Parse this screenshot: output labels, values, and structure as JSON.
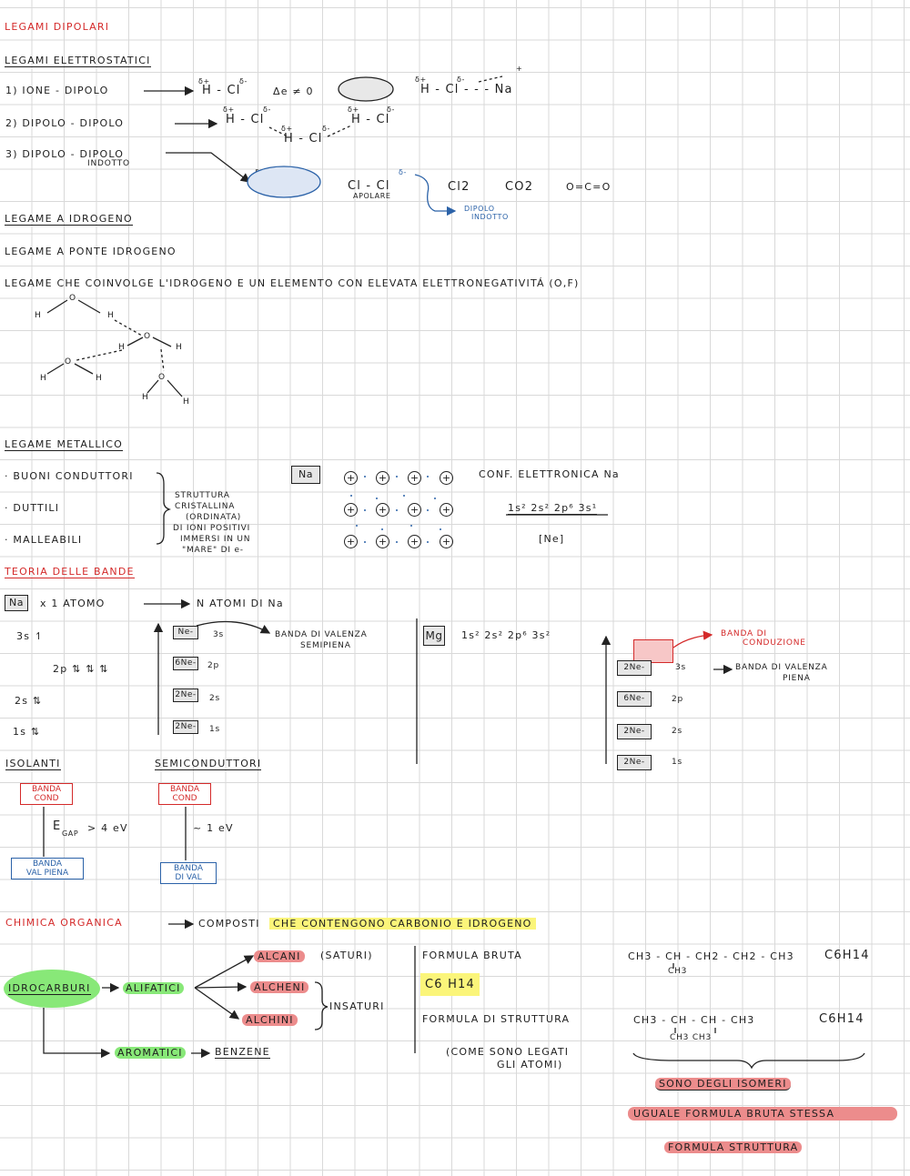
{
  "legami": {
    "title": "LEGAMI DIPOLARI",
    "elettrostatici": "LEGAMI ELETTROSTATICI",
    "r1": "1) IONE - DIPOLO",
    "r2": "2) DIPOLO - DIPOLO",
    "r3a": "3) DIPOLO - DIPOLO",
    "r3b": "INDOTTO",
    "hcl": "H - Cl",
    "hcl_na": "H - Cl - - - Na",
    "delta_plus": "δ+",
    "delta_minus": "δ-",
    "delta_e": "Δe ≠ 0",
    "clcl": "Cl - Cl",
    "apolare": "APOLARE",
    "cl2": "Cl2",
    "co2": "CO2",
    "oco": "O=C=O",
    "dipolo_indotto_a": "DIPOLO",
    "dipolo_indotto_b": "INDOTTO",
    "na_plus": "+"
  },
  "idrogeno": {
    "title": "LEGAME A IDROGENO",
    "subtitle": "LEGAME A PONTE IDROGENO",
    "def": "LEGAME CHE COINVOLGE L'IDROGENO E UN ELEMENTO CON ELEVATA ELETTRONEGATIVITÁ (O,F)",
    "o": "O",
    "h": "H"
  },
  "metallico": {
    "title": "LEGAME METALLICO",
    "p1": "· BUONI CONDUTTORI",
    "p2": "· DUTTILI",
    "p3": "· MALLEABILI",
    "s1": "STRUTTURA",
    "s2": "CRISTALLINA",
    "s3": "(ORDINATA)",
    "s4": "DI IONI POSITIVI",
    "s5": "IMMERSI IN UN",
    "s6": "\"MARE\" DI e-",
    "na": "Na",
    "conf": "CONF. ELETTRONICA Na",
    "conf_val": "1s² 2s² 2p⁶ 3s¹",
    "ne": "[Ne]",
    "plus": "+"
  },
  "bande": {
    "title": "TEORIA DELLE BANDE",
    "na": "Na",
    "atomo": "x 1 ATOMO",
    "natomi": "N ATOMI DI Na",
    "s3": "3s ↿",
    "p2": "2p ⇅ ⇅ ⇅",
    "s2": "2s ⇅",
    "s1": "1s ⇅",
    "l3s": "3s",
    "l2p": "2p",
    "l2s": "2s",
    "l1s": "1s",
    "ne": "Ne-",
    "six_ne": "6Ne-",
    "two_ne": "2Ne-",
    "valenza_a": "BANDA DI VALENZA",
    "valenza_b": "SEMIPIENA",
    "mg": "Mg",
    "mg_conf": "1s² 2s² 2p⁶ 3s²",
    "conduzione_a": "BANDA DI",
    "conduzione_b": "CONDUZIONE",
    "valpiena_a": "BANDA DI VALENZA",
    "valpiena_b": "PIENA",
    "isolanti": "ISOLANTI",
    "semicond": "SEMICONDUTTORI",
    "banda_cond_a": "BANDA",
    "banda_cond_b": "COND",
    "banda_valpiena_a": "BANDA",
    "banda_valpiena_b": "VAL PIENA",
    "banda_val_a": "BANDA",
    "banda_val_b": "DI VAL",
    "egap": "E",
    "egap_sub": "GAP",
    "egap_val": "> 4 eV",
    "semi_val": "~ 1 eV"
  },
  "organica": {
    "title": "CHIMICA ORGANICA",
    "arrow_text": "COMPOSTI",
    "hl_text": "CHE CONTENGONO CARBONIO E IDROGENO",
    "idrocarburi": "IDROCARBURI",
    "alifatici": "ALIFATICI",
    "alcani": "ALCANI",
    "saturi": "(SATURI)",
    "alcheni": "ALCHENI",
    "alchini": "ALCHINI",
    "insaturi": "INSATURI",
    "aromatici": "AROMATICI",
    "benzene": "BENZENE",
    "bruta": "FORMULA BRUTA",
    "c6h14": "C6 H14",
    "struttura": "FORMULA DI STRUTTURA",
    "come_a": "(COME SONO LEGATI",
    "come_b": "GLI ATOMI)",
    "chain1": "CH3 - CH - CH2 - CH2 - CH3",
    "chain1_sub": "CH3",
    "chain2": "CH3 - CH - CH - CH3",
    "chain2_sub": "CH3  CH3",
    "formula": "C6H14",
    "isomeri": "SONO DEGLI ISOMERI",
    "uguale": "UGUALE FORMULA BRUTA STESSA",
    "fstruttura": "FORMULA STRUTTURA"
  },
  "colors": {
    "red": "#d42a2a",
    "blue": "#2b62a8",
    "green": "#88e878",
    "yellow": "#fbf57a",
    "pink": "#ec8c8c"
  }
}
